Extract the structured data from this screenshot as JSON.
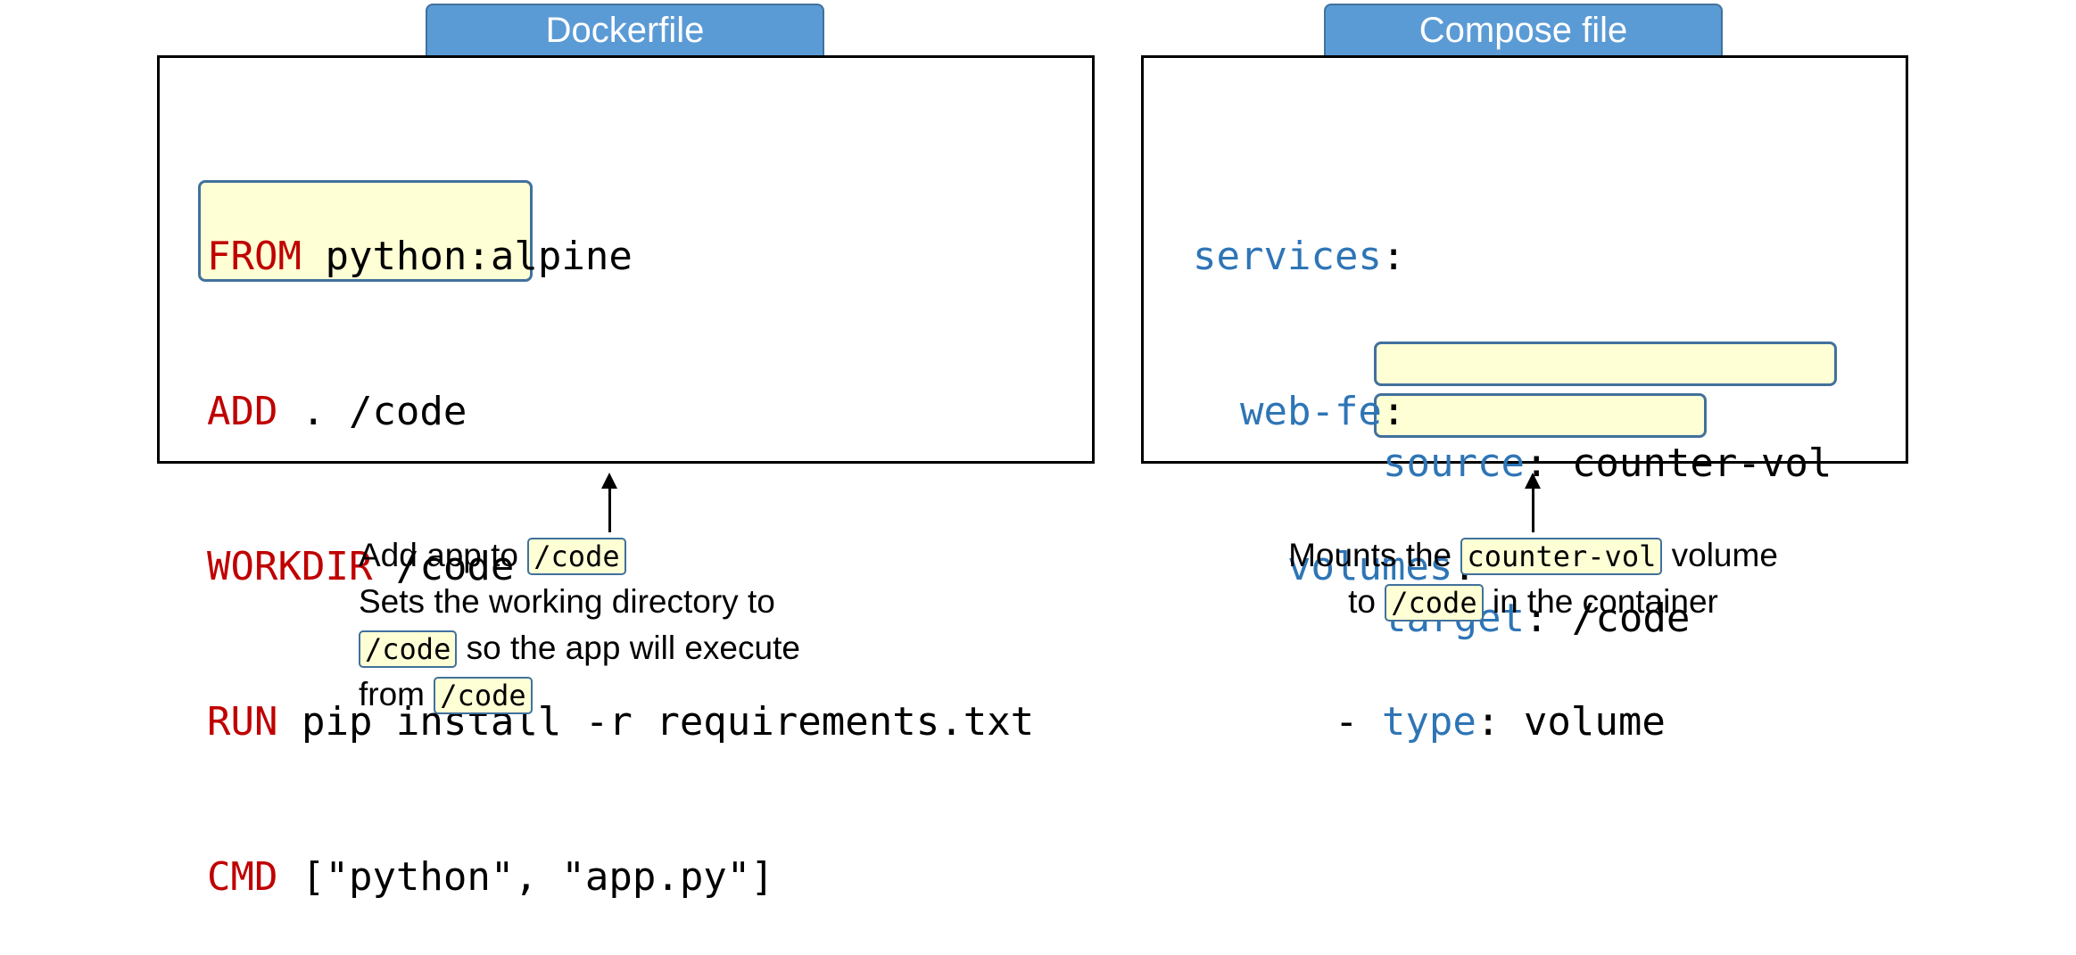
{
  "dockerfile": {
    "title": "Dockerfile",
    "lines": [
      {
        "kw": "FROM",
        "rest": " python:alpine"
      },
      {
        "kw": "ADD",
        "rest": " . /code"
      },
      {
        "kw": "WORKDIR",
        "rest": " /code"
      },
      {
        "kw": "RUN",
        "rest": " pip install -r requirements.txt"
      },
      {
        "kw": "CMD",
        "rest": " [\"python\", \"app.py\"]"
      }
    ],
    "note": {
      "l1_text": "Add app to ",
      "l1_chip": "/code",
      "l2_text": "Sets the working directory to",
      "l3_chip": "/code",
      "l3_text": " so the app will execute",
      "l4_text": "from ",
      "l4_chip": "/code"
    }
  },
  "compose": {
    "title": "Compose file",
    "lines": [
      {
        "indent": "",
        "key": "services",
        "rest": ":"
      },
      {
        "indent": "  ",
        "key": "web-fe",
        "rest": ":"
      },
      {
        "indent": "    ",
        "key": "volumes",
        "rest": ":"
      },
      {
        "indent": "      - ",
        "key": "type",
        "rest": ": volume"
      },
      {
        "indent": "",
        "key": "source",
        "rest": ": counter-vol"
      },
      {
        "indent": "",
        "key": "target",
        "rest": ": /code"
      }
    ],
    "note": {
      "l1_text_a": "Mounts the ",
      "l1_chip": "counter-vol",
      "l1_text_b": " volume",
      "l2_text_a": "to ",
      "l2_chip": "/code",
      "l2_text_b": " in the container"
    }
  },
  "colors": {
    "keyword_red": "#c00000",
    "keyword_blue": "#2e75b6",
    "tab": "#5b9bd5",
    "highlight": "#ffffd5"
  }
}
